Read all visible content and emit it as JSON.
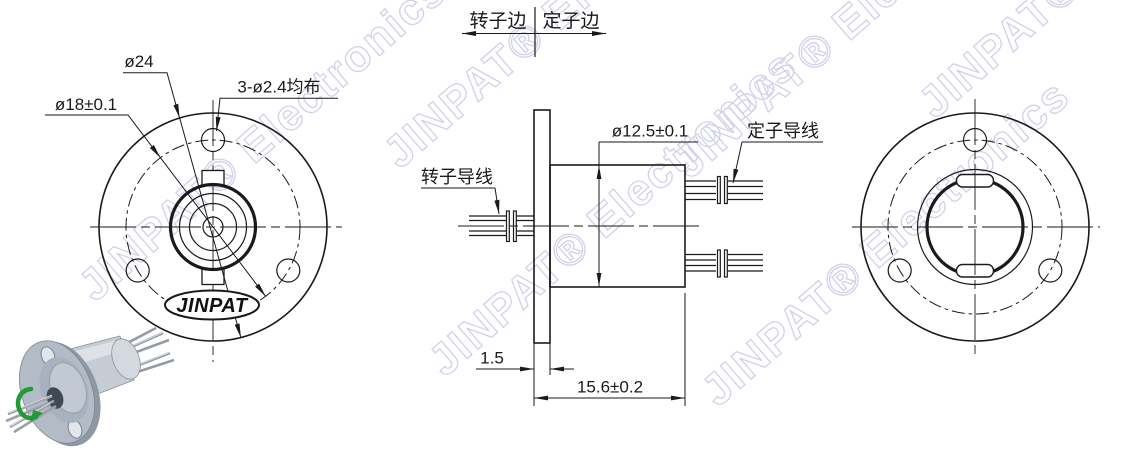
{
  "watermark": {
    "text": "JINPAT® Electronics",
    "color": "#c9c9e8"
  },
  "front_view": {
    "dim_flange_diameter": "ø24",
    "dim_bolt_circle": "ø18±0.1",
    "dim_mounting_holes": "3-ø2.4均布",
    "logo_text": "JINPAT"
  },
  "side_view": {
    "rotor_side_label": "转子边",
    "stator_side_label": "定子边",
    "rotor_wire_label": "转子导线",
    "stator_wire_label": "定子导线",
    "dim_body_diameter": "ø12.5±0.1",
    "dim_flange_thickness": "1.5",
    "dim_overall_length": "15.6±0.2"
  },
  "colors": {
    "line": "#1a1a1a",
    "watermark": "#c9c9e8",
    "green_arrow": "#229a36",
    "metal_light": "#d6dae0",
    "metal_mid": "#b6bec9"
  }
}
